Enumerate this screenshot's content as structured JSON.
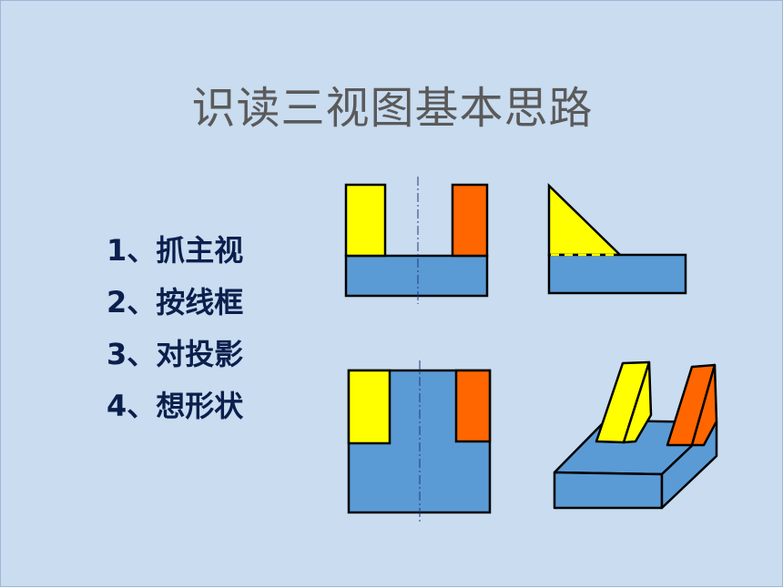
{
  "slide": {
    "title": "识读三视图基本思路",
    "steps": [
      "1、抓主视",
      "2、按线框",
      "3、对投影",
      "4、想形状"
    ]
  },
  "colors": {
    "background": "#c9dcf0",
    "base": "#5b9bd5",
    "left_block": "#ffff00",
    "right_block": "#ff6600",
    "outline": "#000000",
    "centerline": "#1f3a7a",
    "title_text": "#5a5a5a",
    "step_text": "#0b1f4d"
  },
  "diagram": {
    "views": [
      "front-view",
      "side-view",
      "top-view",
      "isometric-view"
    ]
  }
}
